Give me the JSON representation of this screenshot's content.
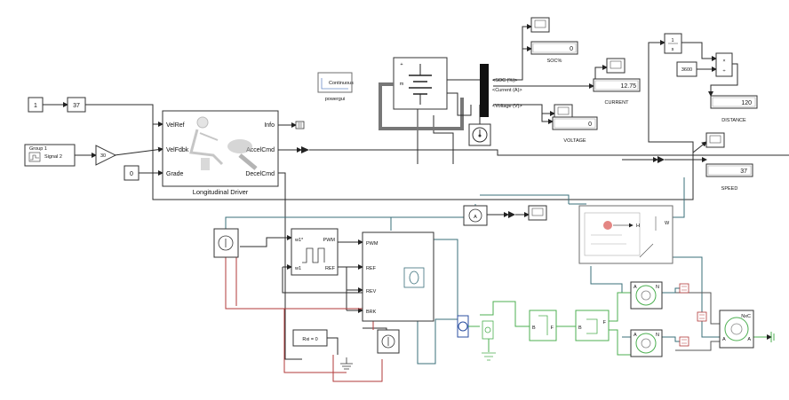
{
  "blocks": {
    "const_1": "1",
    "gain_37": "37",
    "const_0": "0",
    "gain_30": "30",
    "signal_builder": {
      "title": "Group 1",
      "output": "Signal 2"
    },
    "powergui": {
      "mode": "Continuous",
      "name": "powergui"
    },
    "driver": {
      "name": "Longitudinal Driver",
      "inputs": [
        "VelRef",
        "VelFdbk",
        "Grade"
      ],
      "outputs": [
        "Info",
        "AccelCmd",
        "DecelCmd"
      ]
    },
    "bus": {
      "signals": [
        "<SOC (%)>",
        "<Current (A)>",
        "<Voltage (V)>"
      ]
    },
    "const_3600": "3600",
    "divide_top": "1",
    "divide_bot": "s",
    "pwm": {
      "inputs": [
        "w1*",
        "w1"
      ],
      "outputs": [
        "PWM",
        "REF"
      ]
    },
    "controller": {
      "inputs": [
        "PWM",
        "REF",
        "REV",
        "BRK"
      ]
    },
    "ammeter": "A",
    "rxi": "Rxi = 0",
    "gearbox_labels": {
      "left": "B",
      "right": "F"
    },
    "clutch_labels": {
      "left": "B",
      "right": "F"
    },
    "wheel_labels": [
      "A",
      "N",
      "A",
      "N",
      "A"
    ],
    "vehicle_labels": [
      "NxC",
      "A"
    ],
    "vehicle_body": {
      "side": "H",
      "top": "W"
    }
  },
  "displays": {
    "soc": {
      "value": "0",
      "label": "SOC%"
    },
    "current": {
      "value": "12.75",
      "label": "CURRENT"
    },
    "voltage": {
      "value": "0",
      "label": "VOLTAGE"
    },
    "distance": {
      "value": "120",
      "label": "DISTANCE"
    },
    "speed": {
      "value": "37",
      "label": "SPEED"
    }
  }
}
